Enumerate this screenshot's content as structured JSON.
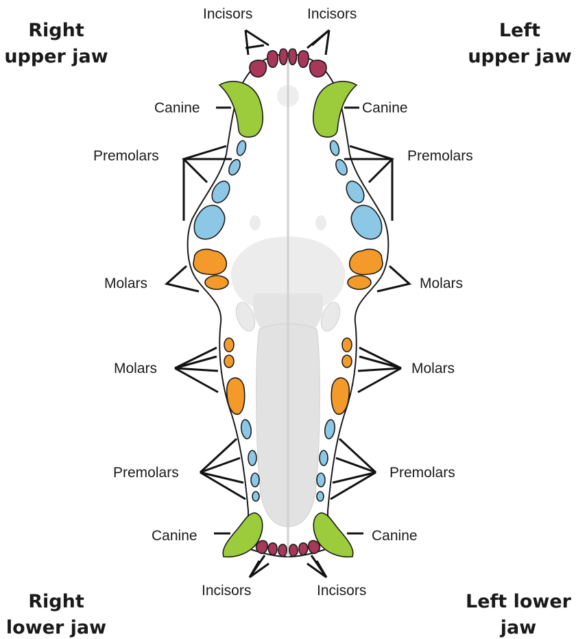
{
  "corners": {
    "right_upper": [
      "Right",
      "upper jaw"
    ],
    "left_upper": [
      "Left",
      "upper jaw"
    ],
    "right_lower": [
      "Right",
      "lower jaw"
    ],
    "left_lower": [
      "Left lower",
      "jaw"
    ]
  },
  "labels": {
    "incisors_ur": "Incisors",
    "incisors_ul": "Incisors",
    "canine_ur": "Canine",
    "canine_ul": "Canine",
    "premolars_ur": "Premolars",
    "premolars_ul": "Premolars",
    "molars_ur": "Molars",
    "molars_ul": "Molars",
    "molars_lr": "Molars",
    "molars_ll": "Molars",
    "premolars_lr": "Premolars",
    "premolars_ll": "Premolars",
    "canine_lr": "Canine",
    "canine_ll": "Canine",
    "incisors_lr": "Incisors",
    "incisors_ll": "Incisors"
  },
  "colors": {
    "incisor": "#a8375a",
    "canine": "#9ccc3c",
    "premolar": "#8cc8e6",
    "molar": "#f39a2a",
    "palate": "#e6e6e6",
    "midline": "#d0d0d0"
  }
}
